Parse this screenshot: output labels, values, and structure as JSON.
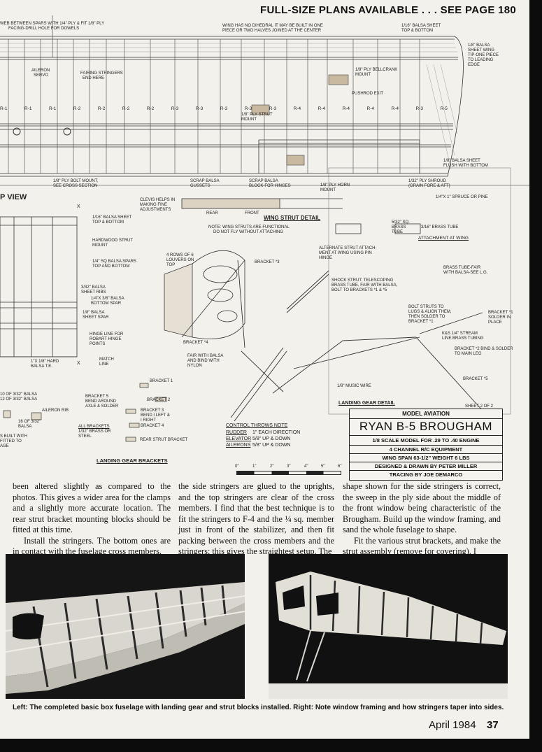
{
  "banner": "FULL-SIZE PLANS AVAILABLE . . . SEE PAGE 180",
  "plan_labels": {
    "web_between_spars": "WEB BETWEEN SPARS WITH 1/4\" PLY & FIT 1/8\" PLY",
    "facing_drill": "FACING-DRILL HOLE FOR DOWELS",
    "wing_dihedral": "WING HAS NO DIHEDRAL IT MAY BE BUILT IN ONE",
    "wing_dihedral2": "PIECE OR TWO HALVES JOINED AT THE CENTER",
    "balsa_sheet_top": "1/16\" BALSA SHEET",
    "balsa_sheet_top2": "TOP & BOTTOM",
    "tip_note1": "1/8\" BALSA",
    "tip_note2": "SHEET WING",
    "tip_note3": "TIP-ONE PIECE",
    "tip_note4": "TO LEADING",
    "tip_note5": "EDGE",
    "aileron_servo": "AILERON",
    "aileron_servo2": "SERVO",
    "fairing_stringers": "FAIRING STRINGERS",
    "fairing_stringers2": "END HERE",
    "bellcrank": "1/8\" PLY BELLCRANK",
    "bellcrank2": "MOUNT",
    "pushrod_exit": "PUSHROD EXIT",
    "strut_mount": "1/8\" PLY STRUT",
    "strut_mount2": "MOUNT",
    "balsa_flush": "1/8\" BALSA SHEET",
    "balsa_flush2": "FLUSH WITH BOTTOM",
    "bolt_mount": "1/8\" PLY BOLT MOUNT,",
    "bolt_mount2": "SEE CROSS SECTION",
    "scrap_gussets": "SCRAP BALSA",
    "scrap_gussets2": "GUSSETS",
    "scrap_block": "SCRAP BALSA",
    "scrap_block2": "BLOCK-FOR HINGES",
    "horn_mount": "1/8\" PLY HORN",
    "horn_mount2": "MOUNT",
    "shroud": "1/32\" PLY SHROUD",
    "shroud2": "(GRAIN FORE & AFT)",
    "top_view": "P VIEW",
    "clevis": "CLEVIS HELPS IN",
    "clevis2": "MAKING FINE",
    "clevis3": "ADJUSTMENTS",
    "spruce": "1/4\"x 1\" SPRUCE OR PINE",
    "rear": "REAR",
    "front": "FRONT",
    "wing_strut_detail": "WING STRUT DETAIL",
    "note_struts": "NOTE: WING STRUTS ARE FUNCTIONAL",
    "note_struts2": "DO NOT FLY WITHOUT ATTACHING",
    "sq_brass": "5/32\" SQ.",
    "sq_brass2": "BRASS",
    "sq_brass3": "TUBE",
    "brass_tube": "3/16\" BRASS TUBE",
    "attach_wing": "ATTACHMENT AT WING",
    "alt_strut": "ALTERNATE STRUT ATTACH-",
    "alt_strut2": "MENT AT WING USING PIN",
    "alt_strut3": "HINGE",
    "balsa_sheet_tb": "1/16\" BALSA SHEET",
    "balsa_sheet_tb2": "TOP & BOTTOM",
    "hardwood_mount": "HARDWOOD STRUT",
    "hardwood_mount2": "MOUNT",
    "sq_spars": "1/4\" SQ BALSA SPARS",
    "sq_spars2": "TOP AND BOTTOM",
    "louvers": "4 ROWS OF 6",
    "louvers2": "LOUVERS ON",
    "louvers3": "TOP",
    "bracket3": "BRACKET *3",
    "brass_fair": "BRASS TUBE-FAIR",
    "brass_fair2": "WITH BALSA-SEE L.G.",
    "sheet_ribs": "3/32\" BALSA",
    "sheet_ribs2": "SHEET RIBS",
    "bottom_spar": "1/4\"x 3/8\" BALSA",
    "bottom_spar2": "BOTTOM SPAR",
    "sheet_spar": "1/8\" BALSA",
    "sheet_spar2": "SHEET SPAR",
    "shock_strut": "SHOCK STRUT: TELESCOPING",
    "shock_strut2": "BRASS TUBE, FAIR WITH BALSA,",
    "shock_strut3": "BOLT TO BRACKETS *1 & *5",
    "bolt_struts": "BOLT STRUTS TO",
    "bolt_struts2": "LUGS & ALIGN THEM,",
    "bolt_struts3": "THEN SOLDER TO",
    "bolt_struts4": "BRACKET *1",
    "bracket1": "BRACKET *1",
    "bracket1b": "SOLDER IN",
    "bracket1c": "PLACE",
    "hinge_line": "HINGE LINE FOR",
    "hinge_line2": "ROBART HINGE",
    "hinge_line3": "POINTS",
    "bracket4": "BRACKET *4",
    "ks_tubing": "K&S 1/4\" STREAM",
    "ks_tubing2": "LINE BRASS TUBING",
    "bracket2": "BRACKET *2 BIND & SOLDER",
    "bracket2b": "TO MAIN LEG",
    "fair_balsa": "FAIR WITH BALSA",
    "fair_balsa2": "AND BIND WITH",
    "fair_balsa3": "NYLON",
    "hard_te": "1\"x 1/8\" HARD",
    "hard_te2": "BALSA T.E.",
    "match_line": "MATCH",
    "match_line2": "LINE",
    "music_wire": "1/8\" MUSIC WIRE",
    "bracket5": "BRACKET *5",
    "balsa_10": "10 OF 3/32\" BALSA",
    "balsa_12": "12 OF 3/32\" BALSA",
    "aileron_rib": "AILERON RIB",
    "balsa_16": "16 OF 3/32\"",
    "balsa_16b": "BALSA",
    "built_with": "S BUILT WITH",
    "fitted_to": "FITTED TO",
    "age": "AGE",
    "lg_bracket1": "BRACKET 1",
    "lg_bracket5": "BRACKET 5",
    "lg_bracket5b": "BEND AROUND",
    "lg_bracket5c": "AXLE & SOLDER",
    "lg_bracket2": "BRACKET 2",
    "lg_bracket3": "BRACKET 3",
    "lg_bracket3b": "BEND I LEFT &",
    "lg_bracket3c": "I RIGHT",
    "lg_bracket4": "BRACKET 4",
    "all_brackets": "ALL BRACKETS",
    "all_brackets2": "1/32\" BRASS OR",
    "all_brackets3": "STEEL",
    "rear_strut": "REAR STRUT BRACKET",
    "landing_gear_brackets": "LANDING GEAR BRACKETS",
    "landing_gear_detail": "LANDING GEAR DETAIL",
    "sheet": "SHEET 2 OF 2",
    "x1": "X",
    "x2": "X"
  },
  "rib_labels": [
    "R-1",
    "R-1",
    "R-1",
    "R-2",
    "R-2",
    "R-2",
    "R-2",
    "R-3",
    "R-3",
    "R-3",
    "R-3",
    "R-3",
    "R-4",
    "R-4",
    "R-4",
    "R-4",
    "R-4",
    "R-3",
    "R-5"
  ],
  "control_throws": {
    "title": "CONTROL THROWS NOTE",
    "rows": [
      {
        "surface": "RUDDER",
        "value": "1\" EACH DIRECTION"
      },
      {
        "surface": "ELEVATOR",
        "value": "5/8\" UP & DOWN"
      },
      {
        "surface": "AILERONS",
        "value": "5/8\" UP & DOWN"
      }
    ]
  },
  "scale_labels": [
    "0\"",
    "1\"",
    "2\"",
    "3\"",
    "4\"",
    "5\"",
    "6\""
  ],
  "title_block": {
    "publisher": "MODEL AVIATION",
    "title": "RYAN B-5 BROUGHAM",
    "line1": "1/8 SCALE MODEL FOR .29 TO .40 ENGINE",
    "line2": "4 CHANNEL R/C EQUIPMENT",
    "line3": "WING SPAN 63-1/2\"  WEIGHT 6 LBS",
    "line4": "DESIGNED & DRAWN BY PETER MILLER",
    "line5": "TRACING BY JOE DEMARCO"
  },
  "article": {
    "col1": "been altered slightly as compared to the photos. This gives a wider area for the clamps and a slightly more accurate location. The rear strut bracket mounting blocks should be fitted at this time. Install the stringers. The bottom ones are in contact with the fuselage cross members,",
    "col1_p1": "been altered slightly as compared to the photos. This gives a wider area for the clamps and a slightly more accurate location. The rear strut bracket mounting blocks should be fitted at this time.",
    "col1_p2": "Install the stringers. The bottom ones are in contact with the fuselage cross members,",
    "col2": "the side stringers are glued to the uprights, and the top stringers are clear of the cross members. I find that the best technique is to fit the stringers to F-4 and the ¼ sq. member just in front of the stabilizer, and then fit packing between the cross members and the stringers; this gives the straightest setup. The",
    "col3_p1": "shape shown for the side stringers is correct, the sweep in the ply side about the middle of the front window being characteristic of the Brougham. Build up the window framing, and sand the whole fuselage to shape.",
    "col3_p2": "Fit the various strut brackets, and make the strut assembly (remove for covering). I"
  },
  "caption": "Left: The completed basic box fuselage with landing gear and strut blocks installed. Right: Note window framing and how stringers taper into sides.",
  "footer": {
    "date": "April 1984",
    "page": "37"
  }
}
